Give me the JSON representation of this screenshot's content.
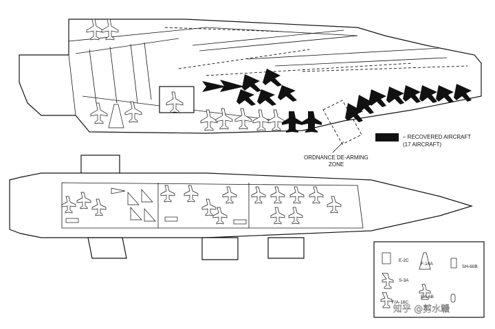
{
  "callouts": {
    "recovered_label": "– RECOVERED AIRCRAFT",
    "recovered_count": "(17 AIRCRAFT)",
    "ordnance_line1": "ORDNANCE DE-ARMING",
    "ordnance_line2": "ZONE"
  },
  "key": {
    "items": [
      {
        "label": "E-2C"
      },
      {
        "label": "F-14A"
      },
      {
        "label": "SH-60B"
      },
      {
        "label": "S-3A"
      },
      {
        "label": "EA-6B"
      },
      {
        "label": "F/A-18C"
      }
    ]
  },
  "watermark": "知乎 @剪水赣",
  "colors": {
    "line": "#111111",
    "recovered_fill": "#111111",
    "background": "#ffffff"
  }
}
